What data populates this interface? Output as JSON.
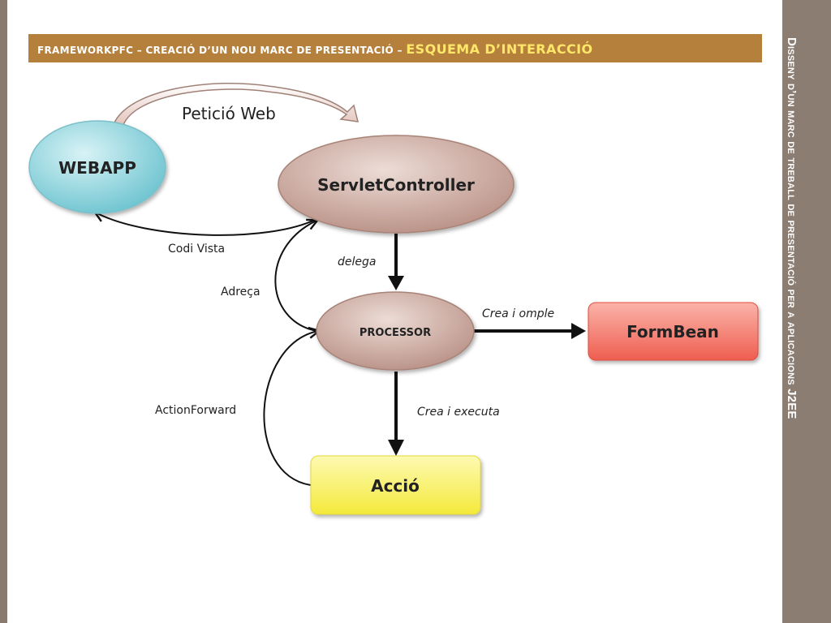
{
  "header": {
    "title_prefix": "FRAMEWORKPFC – CREACIÓ D’UN NOU MARC DE PRESENTACIÓ – ",
    "title_highlight": "ESQUEMA D’INTERACCIÓ"
  },
  "side_title": "Disseny d’un marc de treball de presentació per a aplicacions J2EE",
  "nodes": {
    "webapp": "WEBAPP",
    "servlet": "ServletController",
    "processor": "PROCESSOR",
    "formbean": "FormBean",
    "accio": "Acció"
  },
  "edges": {
    "peticio_web": "Petició Web",
    "codi_vista": "Codi Vista",
    "adreca": "Adreça",
    "delega": "delega",
    "crea_ompl": "Crea i omple",
    "crea_executa": "Crea i executa",
    "action_forward": "ActionForward"
  },
  "colors": {
    "header": "#b5803b",
    "header_highlight": "#ffe76a",
    "side_panel": "#8b7d72",
    "webapp": "#9fd9e0",
    "servlet": "#d4b6ac",
    "formbean": "#f4877a",
    "accio": "#faf35c"
  }
}
